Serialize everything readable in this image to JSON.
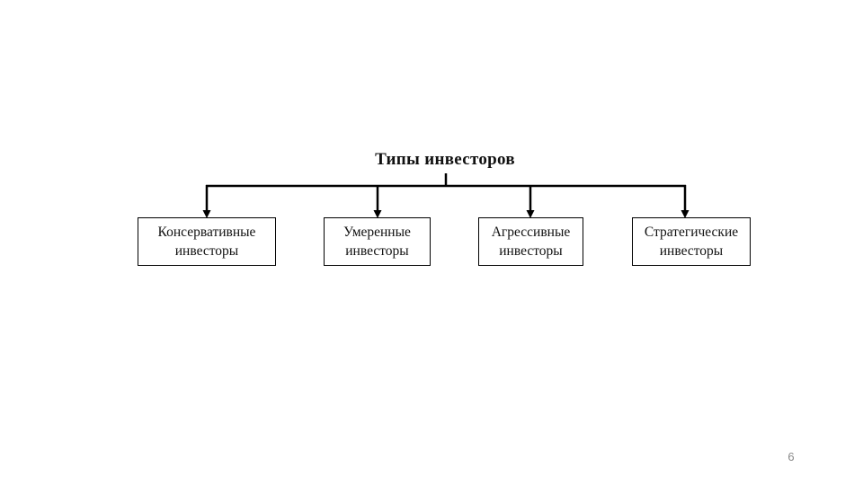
{
  "page": {
    "number": "6",
    "background_color": "#ffffff"
  },
  "diagram": {
    "title": "Типы инвесторов",
    "line_color": "#000000",
    "box_border_color": "#000000",
    "text_color": "#111111",
    "nodes": [
      {
        "label": "Консервативные инвесторы",
        "lines": [
          "Консервативные",
          "инвесторы"
        ]
      },
      {
        "label": "Умеренные инвесторы",
        "lines": [
          "Умеренные",
          "инвесторы"
        ]
      },
      {
        "label": "Агрессивные инвесторы",
        "lines": [
          "Агрессивные",
          "инвесторы"
        ]
      },
      {
        "label": "Стратегические инвесторы",
        "lines": [
          "Стратегические",
          "инвесторы"
        ]
      }
    ]
  }
}
